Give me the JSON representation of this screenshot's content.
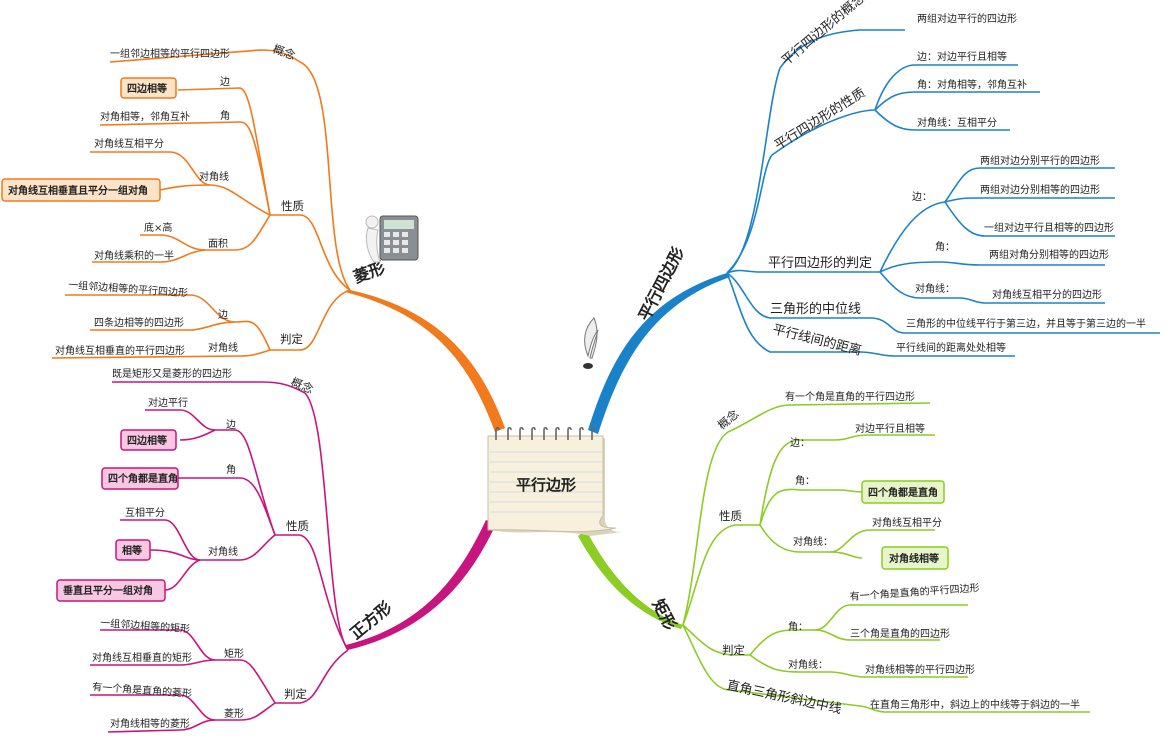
{
  "center": "平行边形",
  "colors": {
    "parallelogram": "#1a82c8",
    "rhombus": "#f07a1c",
    "rectangle": "#8ccc24",
    "square": "#c8147e",
    "center_paper": "#f6f0dc"
  },
  "branches": {
    "parallelogram": {
      "title": "平行四边形",
      "concept": {
        "label": "平行四边形的概念",
        "text": "两组对边平行的四边形"
      },
      "property": {
        "label": "平行四边形的性质",
        "side": "边：对边平行且相等",
        "angle": "角：对角相等，邻角互补",
        "diag": "对角线：互相平分"
      },
      "judge": {
        "label": "平行四边形的判定",
        "side_label": "边：",
        "side_items": [
          "两组对边分别平行的四边形",
          "两组对边分别相等的四边形",
          "一组对边平行且相等的四边形"
        ],
        "angle_label": "角：",
        "angle_item": "两组对角分别相等的四边形",
        "diag_label": "对角线：",
        "diag_item": "对角线互相平分的四边形"
      },
      "midline": {
        "label": "三角形的中位线",
        "text": "三角形的中位线平行于第三边，并且等于第三边的一半"
      },
      "distance": {
        "label": "平行线间的距离",
        "text": "平行线间的距离处处相等"
      }
    },
    "rhombus": {
      "title": "菱形",
      "concept": {
        "label": "概念",
        "text": "一组邻边相等的平行四边形"
      },
      "property": {
        "label": "性质",
        "side_label": "边",
        "side_box": "四边相等",
        "angle_label": "角",
        "angle_text": "对角相等，邻角互补",
        "diag_label": "对角线",
        "diag_text": "对角线互相平分",
        "diag_box": "对角线互相垂直且平分一组对角",
        "area_label": "面积",
        "area_items": [
          "底×高",
          "对角线乘积的一半"
        ]
      },
      "judge": {
        "label": "判定",
        "side_label": "边",
        "side_items": [
          "一组邻边相等的平行四边形",
          "四条边相等的四边形"
        ],
        "diag_label": "对角线",
        "diag_text": "对角线互相垂直的平行四边形"
      }
    },
    "rectangle": {
      "title": "矩形",
      "concept": {
        "label": "概念",
        "text": "有一个角是直角的平行四边形"
      },
      "property": {
        "label": "性质",
        "side_label": "边：",
        "side_text": "对边平行且相等",
        "angle_label": "角：",
        "angle_box": "四个角都是直角",
        "diag_label": "对角线：",
        "diag_text": "对角线互相平分",
        "diag_box": "对角线相等"
      },
      "judge": {
        "label": "判定",
        "angle_label": "角：",
        "angle_items": [
          "有一个角是直角的平行四边形",
          "三个角是直角的四边形"
        ],
        "diag_label": "对角线：",
        "diag_text": "对角线相等的平行四边形"
      },
      "hyp": {
        "label": "直角三角形斜边中线",
        "text": "在直角三角形中，斜边上的中线等于斜边的一半"
      }
    },
    "square": {
      "title": "正方形",
      "concept": {
        "label": "概念",
        "text": "既是矩形又是菱形的四边形"
      },
      "property": {
        "label": "性质",
        "side_label": "边",
        "side_text": "对边平行",
        "side_box": "四边相等",
        "angle_label": "角",
        "angle_box": "四个角都是直角",
        "diag_label": "对角线",
        "diag_text": "互相平分",
        "diag_box1": "相等",
        "diag_box2": "垂直且平分一组对角"
      },
      "judge": {
        "label": "判定",
        "rect_label": "矩形",
        "rect_items": [
          "一组邻边相等的矩形",
          "对角线互相垂直的矩形"
        ],
        "rhom_label": "菱形",
        "rhom_items": [
          "有一个角是直角的菱形",
          "对角线相等的菱形"
        ]
      }
    }
  }
}
